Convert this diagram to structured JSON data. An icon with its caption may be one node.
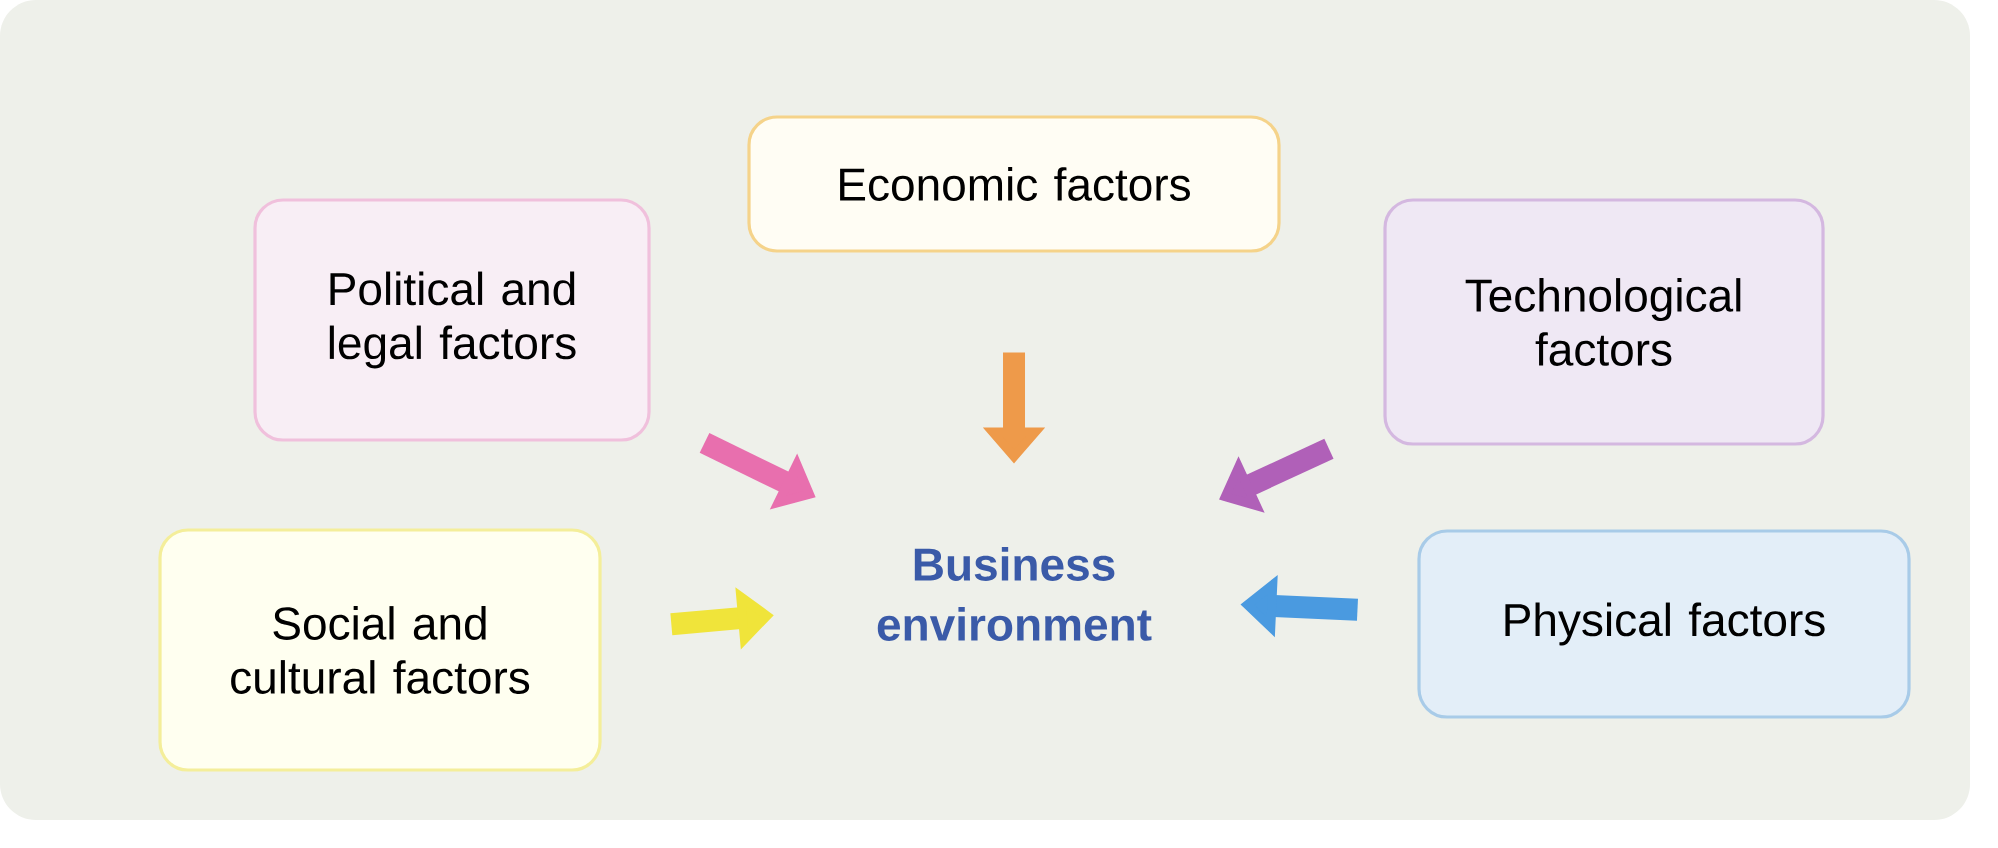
{
  "diagram": {
    "nodes": [
      {
        "text": [
          "Economic factors"
        ]
      },
      {
        "text": [
          "Political and legal factors"
        ]
      },
      {
        "text": [
          "Technological factors"
        ]
      },
      {
        "text": [
          "Business environment"
        ]
      },
      {
        "text": [
          "Social and cultural factors"
        ]
      },
      {
        "text": [
          "Physical factors"
        ]
      }
    ],
    "edges": [
      {
        "from": 1,
        "to": 3,
        "arrow": "to",
        "color": "#e86fae"
      },
      {
        "from": 0,
        "to": 3,
        "arrow": "to",
        "color": "#ee9a4a"
      },
      {
        "from": 2,
        "to": 3,
        "arrow": "to",
        "color": "#b060b8"
      },
      {
        "from": 4,
        "to": 3,
        "arrow": "to",
        "color": "#f0e43a"
      },
      {
        "from": 5,
        "to": 3,
        "arrow": "to",
        "color": "#4a9ae0"
      }
    ]
  }
}
